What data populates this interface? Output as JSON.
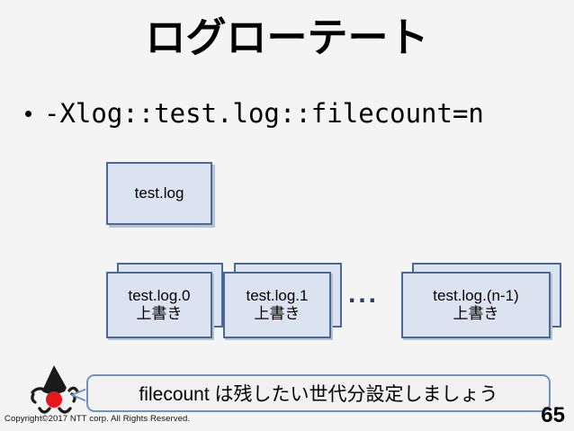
{
  "slide": {
    "title": "ログローテート",
    "bullet": {
      "marker": "bullet-dot",
      "text": "-Xlog::test.log::filecount=n"
    },
    "page_number": "65",
    "background_color": "#f4f4f4"
  },
  "diagram": {
    "primary_box": {
      "label": "test.log"
    },
    "rotated_boxes": [
      {
        "name": "test.log.0",
        "action": "上書き"
      },
      {
        "name": "test.log.1",
        "action": "上書き"
      },
      {
        "name": "test.log.(n-1)",
        "action": "上書き"
      }
    ],
    "ellipsis": "...",
    "box_fill_color": "#dce3f0",
    "box_border_color": "#4a6a95",
    "ellipsis_color": "#2c3e5c"
  },
  "footer": {
    "mascot_name": "duke-mascot",
    "bubble_text": "filecount は残したい世代分設定しましょう",
    "bubble_border_color": "#6e93bd",
    "bubble_fill_color": "#f1f1f1",
    "copyright": "Copyright©2017  NTT corp. All Rights Reserved."
  }
}
